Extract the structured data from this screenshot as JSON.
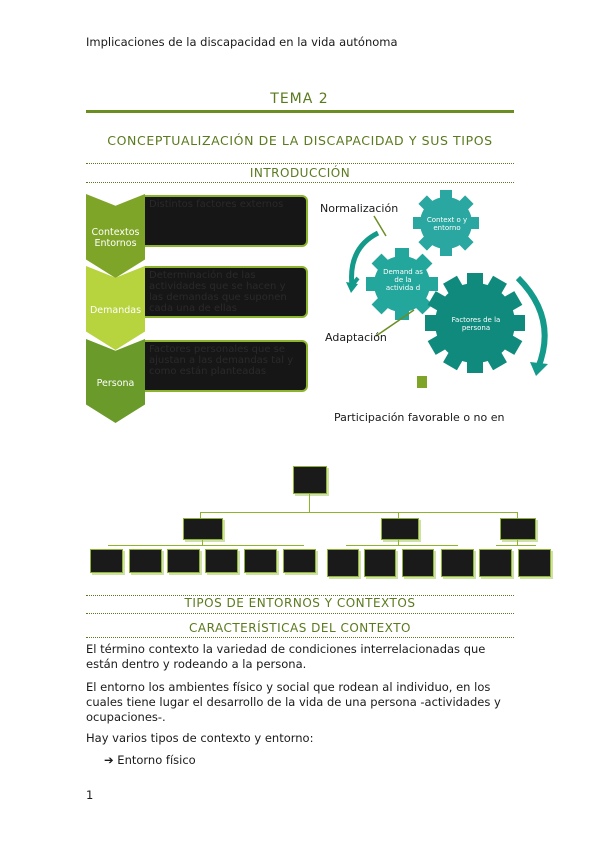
{
  "header": {
    "running_title": "Implicaciones de la discapacidad en la vida autónoma"
  },
  "tema": "TEMA 2",
  "title": "CONCEPTUALIZACIÓN DE LA DISCAPACIDAD Y SUS TIPOS",
  "sections": {
    "intro": "INTRODUCCIÓN",
    "tipos": "TIPOS DE ENTORNOS Y CONTEXTOS",
    "caracteristicas": "CARACTERÍSTICAS DEL CONTEXTO"
  },
  "chevrons": [
    {
      "label": "Contextos Entornos",
      "text": "Distintos factores externos",
      "color": "#7fa528"
    },
    {
      "label": "Demandas",
      "text": "Determinación de las actividades que se hacen y las demandas que suponen cada una de ellas",
      "color": "#b7d33e"
    },
    {
      "label": "Persona",
      "text": "Factores personales que se ajustan a las demandas tal y como están planteadas",
      "color": "#6a9a2a"
    }
  ],
  "gears": {
    "normalizacion": "Normalización",
    "adaptacion": "Adaptación",
    "contexto": "Context o y entorno",
    "demandas": "Demand as de la activida d",
    "factores": "Factores de la persona",
    "participacion": "Participación favorable o no en"
  },
  "colors": {
    "accent": "#6b8e23",
    "teal": "#149a8a",
    "dark": "#161616",
    "light_green": "#8cb52d"
  },
  "body": {
    "p1": "El término contexto la variedad de condiciones interrelacionadas que están dentro y rodeando a la persona.",
    "p2": "El entorno los ambientes físico y social que rodean al individuo, en los cuales tiene lugar el desarrollo de la vida de una persona -actividades y ocupaciones-.",
    "p3": "Hay varios tipos de contexto y entorno:",
    "bullet1": "Entorno físico"
  },
  "page_number": "1"
}
